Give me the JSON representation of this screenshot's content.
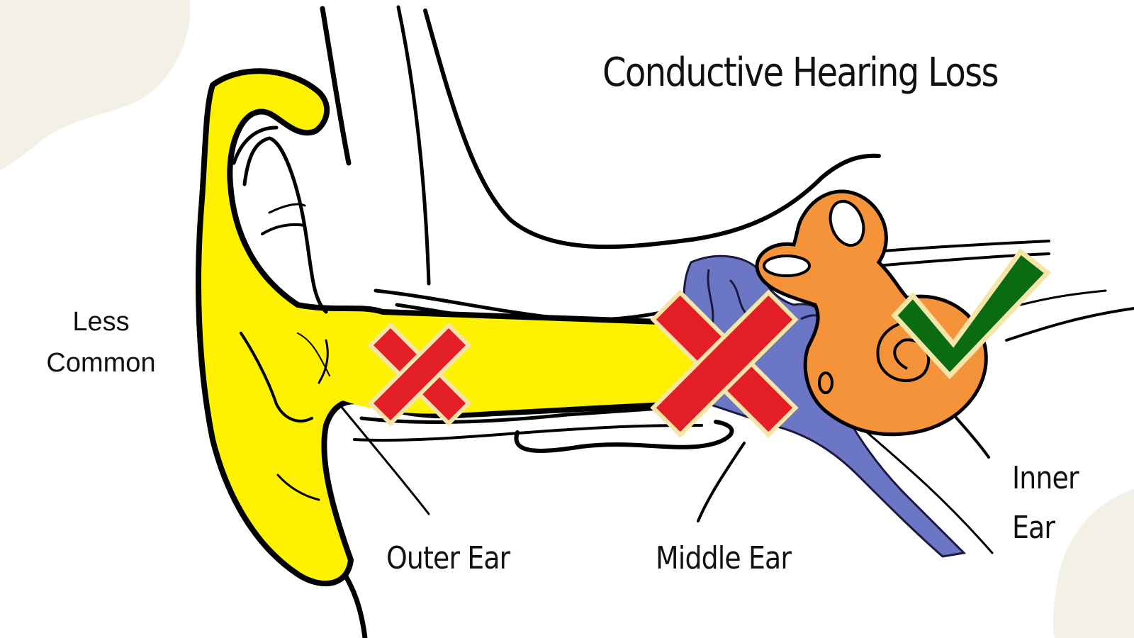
{
  "title": "Conductive Hearing Loss",
  "side_note": {
    "line1": "Less",
    "line2": "Common"
  },
  "labels": {
    "outer_ear": "Outer Ear",
    "middle_ear": "Middle Ear",
    "inner_ear": {
      "line1": "Inner",
      "line2": "Ear"
    }
  },
  "markers": [
    {
      "region": "outer_ear",
      "icon": "x-mark-icon",
      "status": "affected",
      "color": "#e41e26"
    },
    {
      "region": "middle_ear",
      "icon": "x-mark-icon",
      "status": "affected",
      "color": "#e41e26"
    },
    {
      "region": "inner_ear",
      "icon": "check-mark-icon",
      "status": "not_affected",
      "color": "#0a6b12"
    }
  ],
  "colors": {
    "outer_ear_fill": "#fff200",
    "middle_ear_fill": "#6b76c4",
    "inner_ear_fill": "#f5933a",
    "marker_outline": "#f5e6a8",
    "background_blob": "#f3f1e5",
    "outline": "#000000"
  }
}
